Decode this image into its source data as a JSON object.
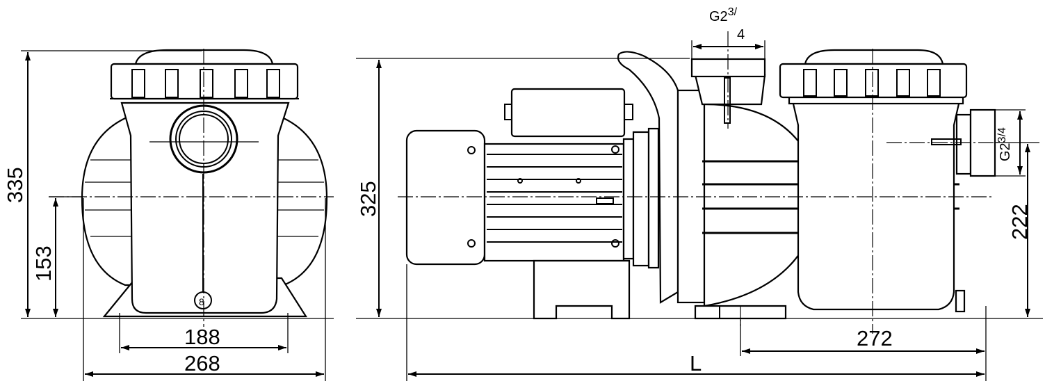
{
  "dimensions": {
    "overall_height_front": "335",
    "axis_height_front": "153",
    "foot_spacing": "188",
    "overall_width_front": "268",
    "overall_height_side": "325",
    "outlet_height": "222",
    "inlet_to_rear": "272",
    "overall_length": "L",
    "outlet_thread": "G2",
    "outlet_thread_fraction": "3/",
    "outlet_thread_denominator": "4",
    "inlet_thread": "G2",
    "inlet_thread_fraction": "3/4"
  },
  "colors": {
    "line": "#000000",
    "background": "#ffffff"
  }
}
